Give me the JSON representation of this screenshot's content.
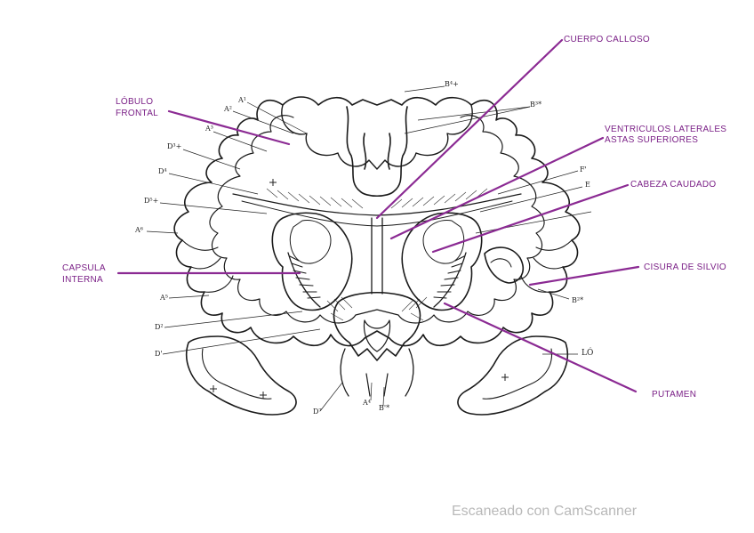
{
  "labels": {
    "cuerpo_calloso": "CUERPO CALLOSO",
    "lobulo_frontal_1": "LÓBULO",
    "lobulo_frontal_2": "FRONTAL",
    "ventriculos_1": "VENTRICULOS LATERALES",
    "ventriculos_2": "ASTAS SUPERIORES",
    "cabeza_caudado": "CABEZA CAUDADO",
    "capsula_interna_1": "CAPSULA",
    "capsula_interna_2": "INTERNA",
    "cisura_silvio": "CISURA DE SILVIO",
    "putamen": "PUTAMEN"
  },
  "small_marks": {
    "b4": "B⁴+",
    "a1": "A¹",
    "a2": "A²",
    "a3": "A³",
    "b3": "B³*",
    "d3": "D³+",
    "d4": "D⁴",
    "d5": "D⁵+",
    "a6": "A⁶",
    "f1": "F'",
    "e": "E",
    "a5": "A⁵",
    "b2": "B²*",
    "d2": "D²",
    "d1": "D'",
    "lo": "LÓ",
    "d7": "D⁷",
    "a4": "A⁴",
    "b1": "B'*"
  },
  "watermark": "Escaneado con CamScanner",
  "colors": {
    "label": "#7a1f86",
    "line": "#8b2a93",
    "ink": "#1a1a1a"
  }
}
